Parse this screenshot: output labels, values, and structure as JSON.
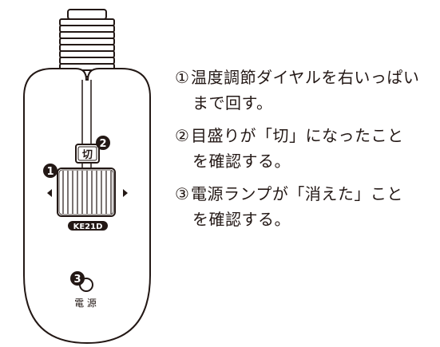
{
  "device": {
    "switch_label": "切",
    "model": "KE21D",
    "power_label": "電 源",
    "markers": [
      "1",
      "2",
      "3"
    ]
  },
  "steps": [
    {
      "num": "①",
      "line1": "温度調節ダイヤルを右いっぱい",
      "line2": "まで回す。"
    },
    {
      "num": "②",
      "line1": "目盛りが「切」になったこと",
      "line2": "を確認する。"
    },
    {
      "num": "③",
      "line1": "電源ランプが「消えた」こと",
      "line2": "を確認する。"
    }
  ]
}
